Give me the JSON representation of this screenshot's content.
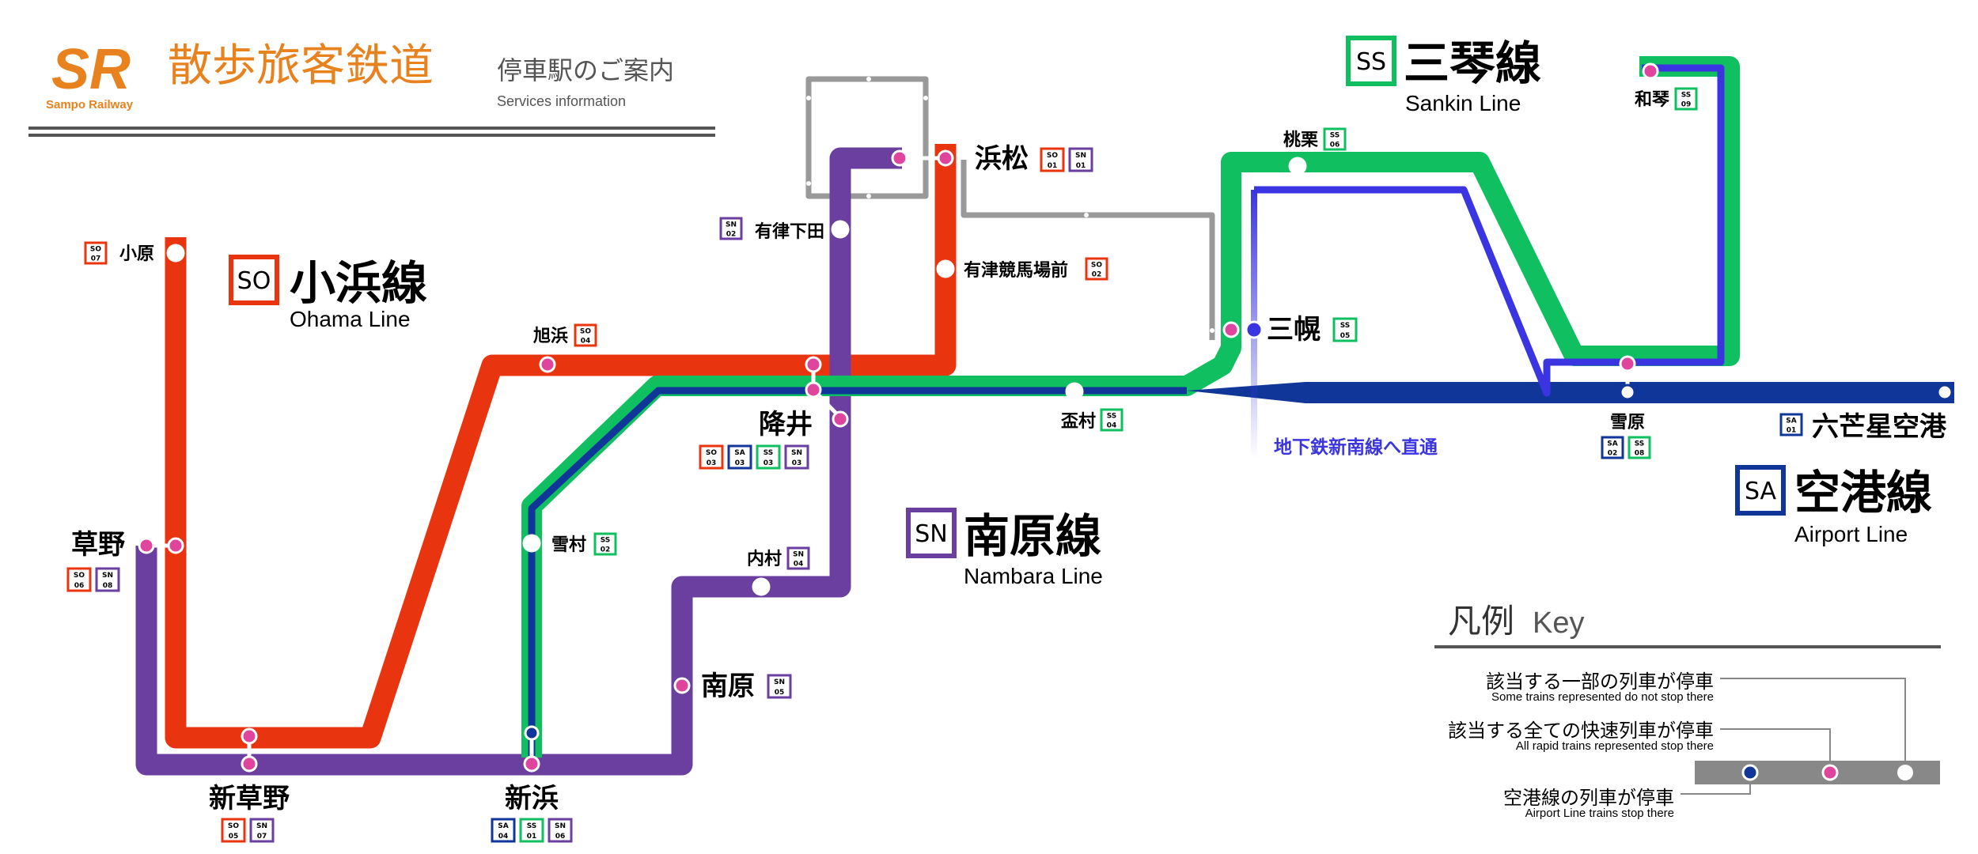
{
  "header": {
    "logo_mark": "SR",
    "logo_caption": "Sampo Railway",
    "company_name": "散歩旅客鉄道",
    "subtitle_jp": "停車駅のご案内",
    "subtitle_en": "Services information"
  },
  "colors": {
    "ohama": "#e8340f",
    "nambara": "#6b3fa0",
    "sankin": "#10c060",
    "airport": "#10369a",
    "underground": "#3a35e0",
    "grey": "#999999",
    "brand": "#e8821e",
    "stop_pink": "#e0459d"
  },
  "lines": {
    "ohama": {
      "code": "SO",
      "name_jp": "小浜線",
      "name_en": "Ohama Line"
    },
    "nambara": {
      "code": "SN",
      "name_jp": "南原線",
      "name_en": "Nambara Line"
    },
    "sankin": {
      "code": "SS",
      "name_jp": "三琴線",
      "name_en": "Sankin Line"
    },
    "airport": {
      "code": "SA",
      "name_jp": "空港線",
      "name_en": "Airport Line"
    }
  },
  "stations": {
    "obara": {
      "name": "小原",
      "codes": [
        {
          "line": "SO",
          "num": "07"
        }
      ]
    },
    "kusano": {
      "name": "草野",
      "codes": [
        {
          "line": "SO",
          "num": "06"
        },
        {
          "line": "SN",
          "num": "08"
        }
      ]
    },
    "shinkusano": {
      "name": "新草野",
      "codes": [
        {
          "line": "SO",
          "num": "05"
        },
        {
          "line": "SN",
          "num": "07"
        }
      ]
    },
    "asahihama": {
      "name": "旭浜",
      "codes": [
        {
          "line": "SO",
          "num": "04"
        }
      ]
    },
    "furui": {
      "name": "降井",
      "codes": [
        {
          "line": "SO",
          "num": "03"
        },
        {
          "line": "SA",
          "num": "03"
        },
        {
          "line": "SS",
          "num": "03"
        },
        {
          "line": "SN",
          "num": "03"
        }
      ]
    },
    "yuritsushimoda": {
      "name": "有律下田",
      "codes": [
        {
          "line": "SN",
          "num": "02"
        }
      ]
    },
    "hamamatsu": {
      "name": "浜松",
      "codes": [
        {
          "line": "SO",
          "num": "01"
        },
        {
          "line": "SN",
          "num": "01"
        }
      ]
    },
    "yuritsukeiba": {
      "name": "有津競馬場前",
      "codes": [
        {
          "line": "SO",
          "num": "02"
        }
      ]
    },
    "yukimura": {
      "name": "雪村",
      "codes": [
        {
          "line": "SS",
          "num": "02"
        }
      ]
    },
    "shinhama": {
      "name": "新浜",
      "codes": [
        {
          "line": "SA",
          "num": "04"
        },
        {
          "line": "SS",
          "num": "01"
        },
        {
          "line": "SN",
          "num": "06"
        }
      ]
    },
    "uchimura": {
      "name": "内村",
      "codes": [
        {
          "line": "SN",
          "num": "04"
        }
      ]
    },
    "nambara": {
      "name": "南原",
      "codes": [
        {
          "line": "SN",
          "num": "05"
        }
      ]
    },
    "sakazukimura": {
      "name": "盃村",
      "codes": [
        {
          "line": "SS",
          "num": "04"
        }
      ]
    },
    "sanhoro": {
      "name": "三幌",
      "codes": [
        {
          "line": "SS",
          "num": "05"
        }
      ]
    },
    "momokuri": {
      "name": "桃栗",
      "codes": [
        {
          "line": "SS",
          "num": "06"
        }
      ]
    },
    "wakoto": {
      "name": "和琴",
      "codes": [
        {
          "line": "SS",
          "num": "09"
        }
      ]
    },
    "yukihara": {
      "name": "雪原",
      "codes": [
        {
          "line": "SA",
          "num": "02"
        },
        {
          "line": "SS",
          "num": "08"
        }
      ]
    },
    "airport": {
      "name": "六芒星空港",
      "codes": [
        {
          "line": "SA",
          "num": "01"
        }
      ]
    }
  },
  "through_service": "地下鉄新南線へ直通",
  "legend": {
    "title_jp": "凡例",
    "title_en": "Key",
    "items": [
      {
        "jp": "該当する一部の列車が停車",
        "en": "Some trains represented do not stop there"
      },
      {
        "jp": "該当する全ての快速列車が停車",
        "en": "All rapid trains represented stop there"
      },
      {
        "jp": "空港線の列車が停車",
        "en": "Airport Line trains stop there"
      }
    ]
  }
}
